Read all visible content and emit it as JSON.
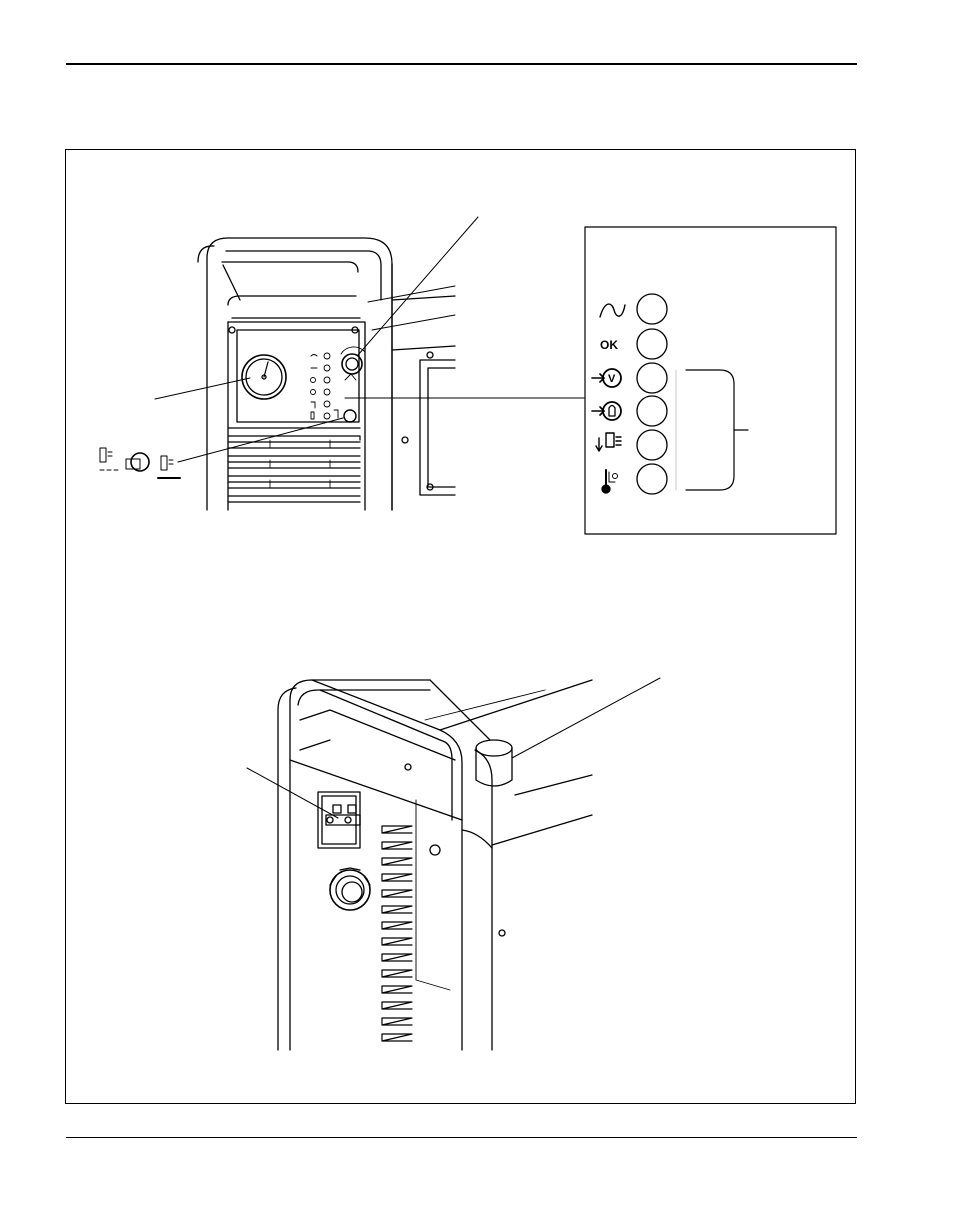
{
  "figure": {
    "panel_indicators": [
      {
        "id": "power",
        "icon": "ac-sine-icon",
        "label": ""
      },
      {
        "id": "ok",
        "icon": "ok-text",
        "label": "OK"
      },
      {
        "id": "voltage",
        "icon": "voltage-arrow-icon",
        "label": "V"
      },
      {
        "id": "gas",
        "icon": "gas-bottle-icon",
        "label": ""
      },
      {
        "id": "torch",
        "icon": "torch-cap-icon",
        "label": ""
      },
      {
        "id": "temperature",
        "icon": "thermometer-icon",
        "label": ""
      }
    ],
    "callout_texts": []
  }
}
